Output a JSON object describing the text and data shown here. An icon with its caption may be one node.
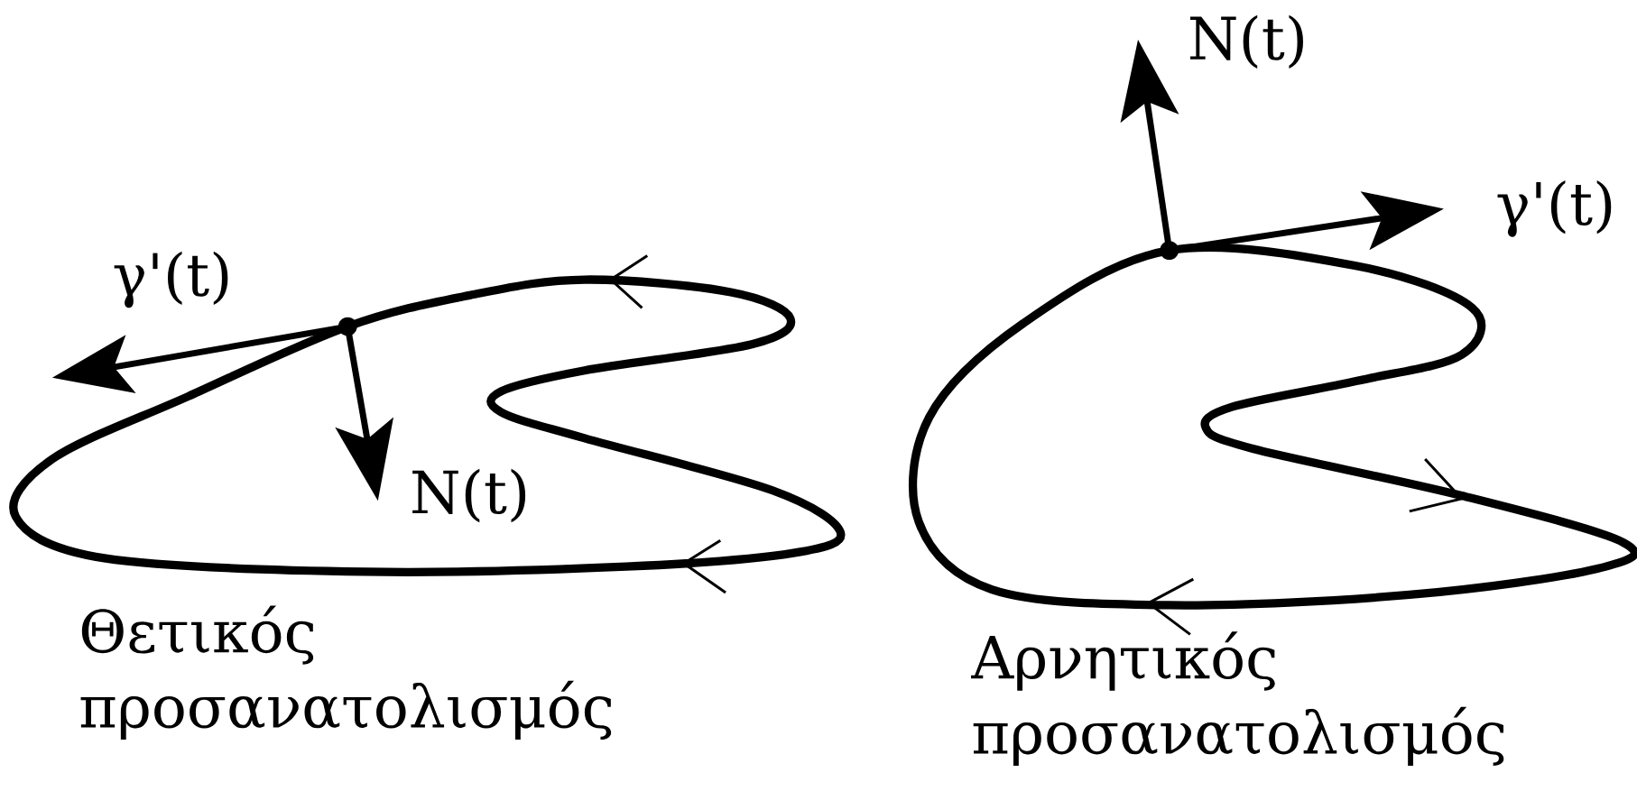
{
  "diagram": {
    "labels": [
      "γ'(t)",
      "N(t)",
      "Θετικός προσανατολισμός",
      "N(t)",
      "γ'(t)",
      "Αρνητικός προσανατολισμός"
    ]
  }
}
